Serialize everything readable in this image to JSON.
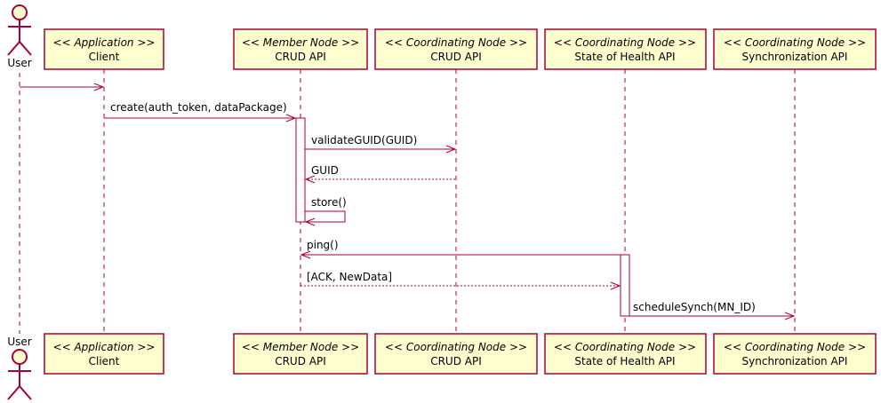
{
  "colors": {
    "border": "#A80036",
    "box_fill": "#FEFECE"
  },
  "actor": {
    "name": "User",
    "icon": "stick-figure"
  },
  "participants": [
    {
      "id": "client",
      "stereotype": "<< Application >>",
      "name": "Client"
    },
    {
      "id": "mn_crud",
      "stereotype": "<< Member Node >>",
      "name": "CRUD API"
    },
    {
      "id": "cn_crud",
      "stereotype": "<< Coordinating Node >>",
      "name": "CRUD API"
    },
    {
      "id": "cn_soh",
      "stereotype": "<< Coordinating Node >>",
      "name": "State of Health API"
    },
    {
      "id": "cn_sync",
      "stereotype": "<< Coordinating Node >>",
      "name": "Synchronization API"
    }
  ],
  "messages": [
    {
      "from": "user",
      "to": "client",
      "label": "",
      "style": "solid"
    },
    {
      "from": "client",
      "to": "mn_crud",
      "label": "create(auth_token, dataPackage)",
      "style": "solid"
    },
    {
      "from": "mn_crud",
      "to": "cn_crud",
      "label": "validateGUID(GUID)",
      "style": "solid"
    },
    {
      "from": "cn_crud",
      "to": "mn_crud",
      "label": "GUID",
      "style": "dashed"
    },
    {
      "from": "mn_crud",
      "to": "mn_crud",
      "label": "store()",
      "style": "self"
    },
    {
      "from": "cn_soh",
      "to": "mn_crud",
      "label": "ping()",
      "style": "solid"
    },
    {
      "from": "mn_crud",
      "to": "cn_soh",
      "label": "[ACK, NewData]",
      "style": "dashed"
    },
    {
      "from": "cn_soh",
      "to": "cn_sync",
      "label": "scheduleSynch(MN_ID)",
      "style": "solid"
    }
  ]
}
